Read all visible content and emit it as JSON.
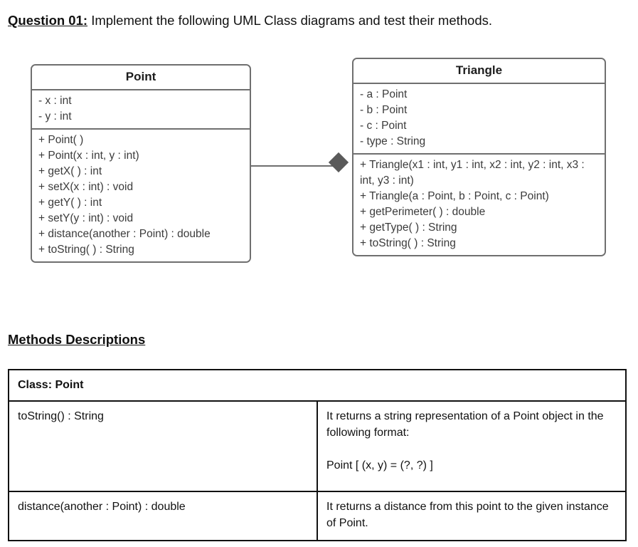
{
  "question": {
    "label": "Question 01:",
    "text": " Implement the following UML Class diagrams and test their methods."
  },
  "uml": {
    "connector": {
      "kind": "composition-diamond",
      "from": "Point",
      "to": "Triangle",
      "line_color": "#6f6f6f",
      "diamond_color": "#5a5a5a"
    },
    "classes": [
      {
        "name": "Point",
        "attributes": [
          "- x : int",
          "- y : int"
        ],
        "methods": [
          "+ Point( )",
          "+ Point(x : int, y : int)",
          "+ getX( ) : int",
          "+ setX(x : int) : void",
          "+ getY( ) : int",
          "+ setY(y : int) : void",
          "+ distance(another : Point) : double",
          "+ toString( ) : String"
        ]
      },
      {
        "name": "Triangle",
        "attributes": [
          "- a : Point",
          "- b : Point",
          "- c : Point",
          "- type : String"
        ],
        "methods": [
          "+ Triangle(x1 : int, y1 : int, x2 : int, y2 : int, x3 : int, y3 : int)",
          "+ Triangle(a : Point, b : Point, c : Point)",
          "+ getPerimeter( ) : double",
          "+ getType( )  : String",
          "+ toString( ) : String"
        ]
      }
    ]
  },
  "methods_section": {
    "heading": "Methods Descriptions",
    "table": {
      "header": "Class: Point",
      "rows": [
        {
          "signature": "toString() : String",
          "description_lines": [
            "It returns a string representation of a Point object in the following format:",
            "Point [ (x, y) = (?, ?) ]"
          ]
        },
        {
          "signature": "distance(another : Point) : double",
          "description_lines": [
            "It returns a distance from this point to the given instance of Point."
          ]
        }
      ]
    }
  }
}
